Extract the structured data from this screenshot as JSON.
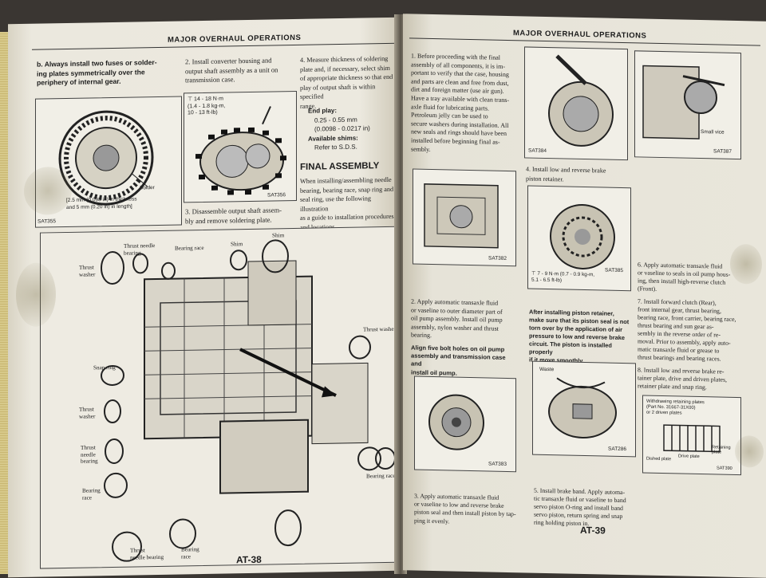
{
  "left_page": {
    "header": "MAJOR OVERHAUL OPERATIONS",
    "col1_step": [
      "b. Always install two fuses or solder-",
      "ing plates symmetrically over the",
      "periphery of internal gear."
    ],
    "col1_fig_note": [
      "Solder",
      "[2.5 mm (0.098 in) in thickness",
      "and 5 mm (0.20 in) in length]"
    ],
    "col1_fig_id": "SAT355",
    "col2_step": [
      "2.   Install converter housing and",
      "output shaft assembly as a unit on",
      "transmission case."
    ],
    "col2_torque": [
      "14 - 18 N·m",
      "(1.4 - 1.8 kg-m,",
      "10 - 13 ft-lb)"
    ],
    "col2_fig_id": "SAT356",
    "col2_step3": [
      "3.   Disassemble output shaft assem-",
      "bly   and   remove   soldering plate."
    ],
    "col3_step": [
      "4.   Measure thickness of soldering",
      "plate and, if necessary, select shim",
      "of appropriate thickness so that end",
      "play of output shaft is within specified",
      "range."
    ],
    "end_play_label": "End play:",
    "end_play_values": [
      "0.25 - 0.55 mm",
      "(0.0098 - 0.0217 in)"
    ],
    "shims_label": "Available shims:",
    "shims_value": "Refer to S.D.S.",
    "final_heading": "FINAL ASSEMBLY",
    "final_text": [
      "When installing/assembling needle",
      "bearing, bearing race, snap ring and",
      "seal ring, use the following illustration",
      "as a guide to installation procedures",
      "and locations."
    ],
    "callouts": {
      "thrust_needle_bearing_top": [
        "Thrust needle",
        "bearing"
      ],
      "bearing_race_top": "Bearing race",
      "shim_1": "Shim",
      "shim_2": "Shim",
      "thrust_washer_left": [
        "Thrust",
        "washer"
      ],
      "snap_ring": "Snap ring",
      "thrust_washer_mid": [
        "Thrust",
        "washer"
      ],
      "thrust_needle_bearing_mid": [
        "Thrust",
        "needle",
        "bearing"
      ],
      "bearing_race_mid": [
        "Bearing",
        "race"
      ],
      "thrust_needle_bearing_bottom": [
        "Thrust",
        "needle bearing"
      ],
      "bearing_race_bottom": [
        "Bearing",
        "race"
      ],
      "thrust_washer_right": "Thrust washer",
      "bearing_race_right": "Bearing race"
    },
    "page_number": "AT-38"
  },
  "right_page": {
    "header": "MAJOR OVERHAUL OPERATIONS",
    "col1_step1": [
      "1.   Before proceeding with the final",
      "assembly of all components, it is im-",
      "portant to verify that the case, housing",
      "and parts are clean and free from dust,",
      "dirt and foreign matter (use air gun).",
      "Have a tray available with clean trans-",
      "axle fluid for lubricating parts.",
      "   Petroleum jelly can be used to",
      "secure washers during installation. All",
      "new seals and rings should have been",
      "installed before beginning final as-",
      "sembly."
    ],
    "fig_sat382": "SAT382",
    "col1_step2": [
      "2.   Apply automatic transaxle fluid",
      "or vaseline to outer diameter part of",
      "oil pump assembly. Install oil pump",
      "assembly, nylon washer and thrust",
      "bearing."
    ],
    "col1_step2_bold": [
      "Align five bolt holes on oil pump",
      "assembly and transmission case and",
      "install oil pump."
    ],
    "fig_sat383": "SAT383",
    "col1_step3": [
      "3.   Apply automatic transaxle fluid",
      "or vaseline to low and reverse brake",
      "piston seal and then install piston by tap-",
      "ping it evenly."
    ],
    "fig_sat384": "SAT384",
    "col2_step4": [
      "4.   Install low and reverse brake",
      "piston retainer."
    ],
    "col2_torque": [
      "7 - 9 N·m (0.7 - 0.9 kg-m,",
      "5.1 - 6.5 ft-lb)"
    ],
    "fig_sat385": "SAT385",
    "col2_note_bold": [
      "After installing piston retainer,",
      "make sure that its piston seal is not",
      "torn over by the application of air",
      "pressure to low and reverse brake",
      "circuit. The piston is installed properly",
      "if it move smoothly."
    ],
    "waste_label": "Waste",
    "fig_sat286": "SAT286",
    "col2_step5": [
      "5.   Install brake band. Apply automa-",
      "tic transaxle fluid or vaseline to band",
      "servo piston O-ring and install band",
      "servo piston, return spring and snap",
      "ring holding piston in."
    ],
    "fig_sat387": "SAT387",
    "small_vice_label": "Small vice",
    "col3_step6": [
      "6.   Apply automatic transaxle fluid",
      "or vaseline to seals in oil pump hous-",
      "ing, then install high-reverse clutch",
      "(Front)."
    ],
    "col3_step7": [
      "7.   Install forward clutch (Rear),",
      "front internal gear, thrust bearing,",
      "bearing race, front carrier, bearing race,",
      "thrust bearing and sun gear as-",
      "sembly in the reverse order of re-",
      "moval. Prior to assembly, apply auto-",
      "matic transaxle fluid or grease to",
      "thrust bearings and bearing races."
    ],
    "col3_step8": [
      "8.   Install low and reverse brake re-",
      "tainer plate, drive and driven plates,",
      "retainer plate and snap ring."
    ],
    "fig_sat390_notes": [
      "Withdrawing retaining plates",
      "(Part No. 31667-31X00)",
      "or 2 driven plates"
    ],
    "fig_sat390_labels": [
      "Dished plate",
      "Drive plate",
      "Retaining plate"
    ],
    "fig_sat390": "SAT390",
    "page_number": "AT-39"
  },
  "colors": {
    "paper": "#e9e6dc",
    "ink": "#1d1d1d",
    "background": "#3a3632"
  }
}
